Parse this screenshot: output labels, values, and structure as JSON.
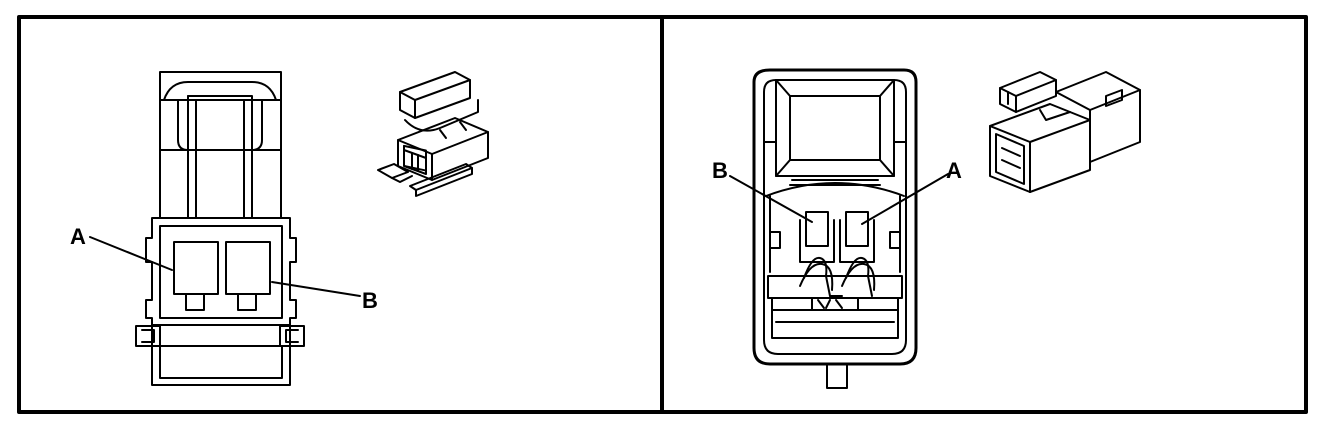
{
  "panels": [
    {
      "name": "left-panel",
      "callouts": {
        "a": "A",
        "b": "B"
      }
    },
    {
      "name": "right-panel",
      "callouts": {
        "a": "A",
        "b": "B"
      }
    }
  ],
  "colors": {
    "ink": "#000000",
    "paper": "#ffffff"
  }
}
